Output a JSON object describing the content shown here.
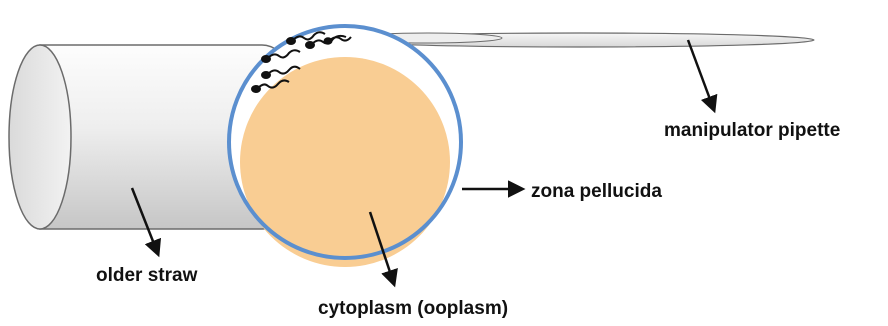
{
  "labels": {
    "manipulator_pipette": "manipulator pipette",
    "zona_pellucida": "zona pellucida",
    "older_straw": "older straw",
    "cytoplasm": "cytoplasm (ooplasm)"
  },
  "colors": {
    "straw_fill_light": "#f4f4f4",
    "straw_fill_dark": "#c9c9c9",
    "straw_outline": "#6b6b6b",
    "zona_ring": "#5b8fcf",
    "cytoplasm": "#f9cd93",
    "arrow": "#111111",
    "sperm": "#111111"
  }
}
